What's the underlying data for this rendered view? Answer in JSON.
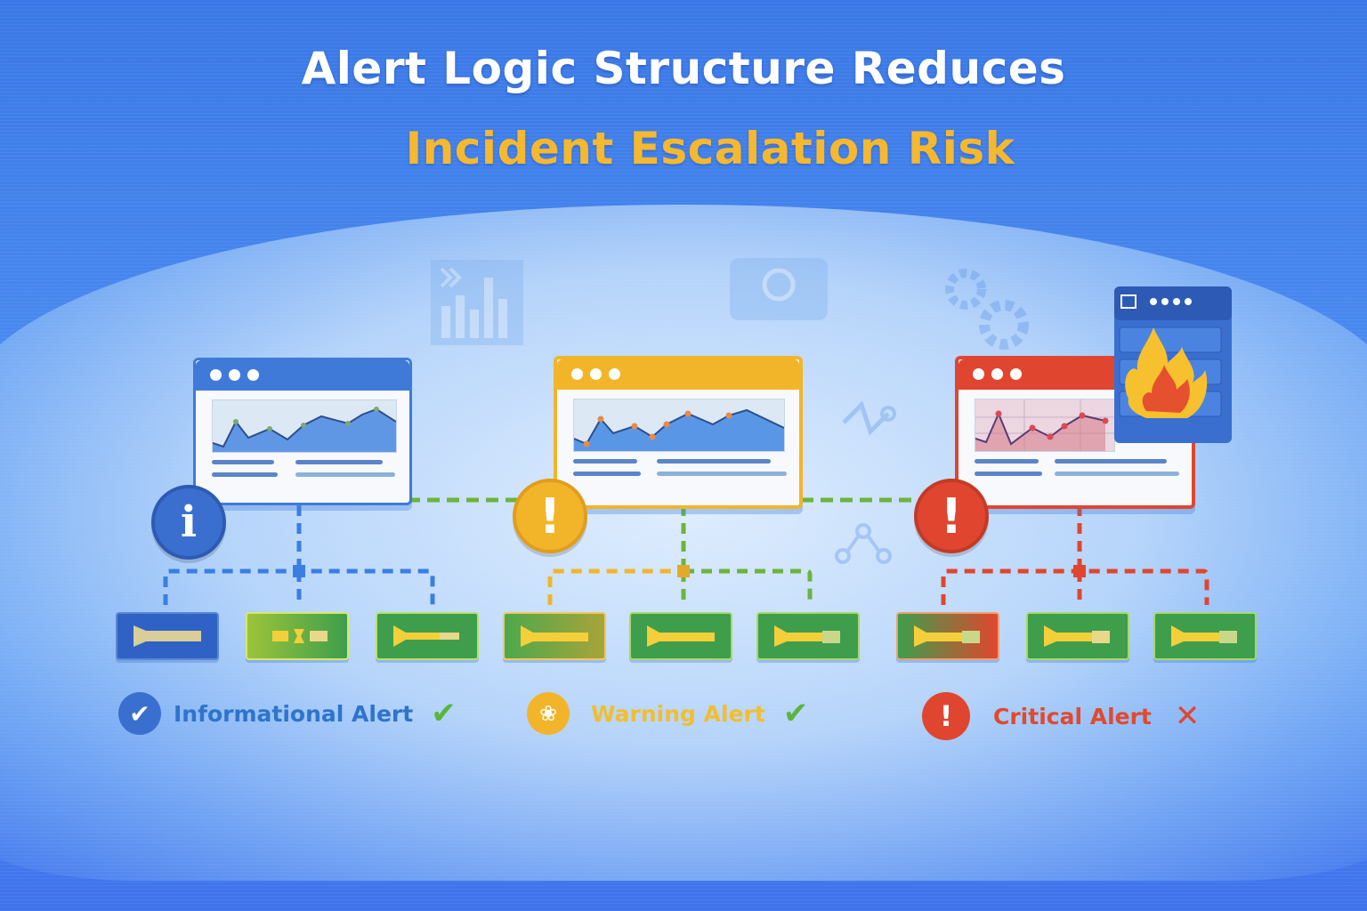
{
  "title": {
    "line1": "Alert Logic Structure Reduces",
    "line2": "Incident Escalation Risk"
  },
  "colors": {
    "background": "#4a8af0",
    "title_white": "#ffffff",
    "title_accent": "#f5b82e",
    "info_blue": "#3a6fd0",
    "warning_yellow": "#f2b52a",
    "critical_red": "#e0462f",
    "connector_green": "#6cb43c",
    "box_green": "#3e9e4c"
  },
  "stages": [
    {
      "id": "informational",
      "badge_glyph": "i",
      "window_color": "#3f7ad8",
      "chart_color": "#4a88e0",
      "legend": {
        "label": "Informational Alert",
        "icon": "check-circle-icon",
        "status_mark": "✔",
        "status": "check"
      },
      "child_boxes": 3
    },
    {
      "id": "warning",
      "badge_glyph": "!",
      "window_color": "#f2b52a",
      "chart_color": "#4a88e0",
      "legend": {
        "label": "Warning Alert",
        "icon": "leaf-emblem-icon",
        "status_mark": "✔",
        "status": "check"
      },
      "child_boxes": 3
    },
    {
      "id": "critical",
      "badge_glyph": "!",
      "window_color": "#e0462f",
      "chart_color": "#d98090",
      "legend": {
        "label": "Critical Alert",
        "icon": "exclamation-circle-icon",
        "status_mark": "✕",
        "status": "cross"
      },
      "child_boxes": 3,
      "overlay": "server-on-fire"
    }
  ],
  "background_icons": [
    "bar-chart-icon",
    "cloud-icon",
    "gear-icon",
    "share-node-icon"
  ]
}
